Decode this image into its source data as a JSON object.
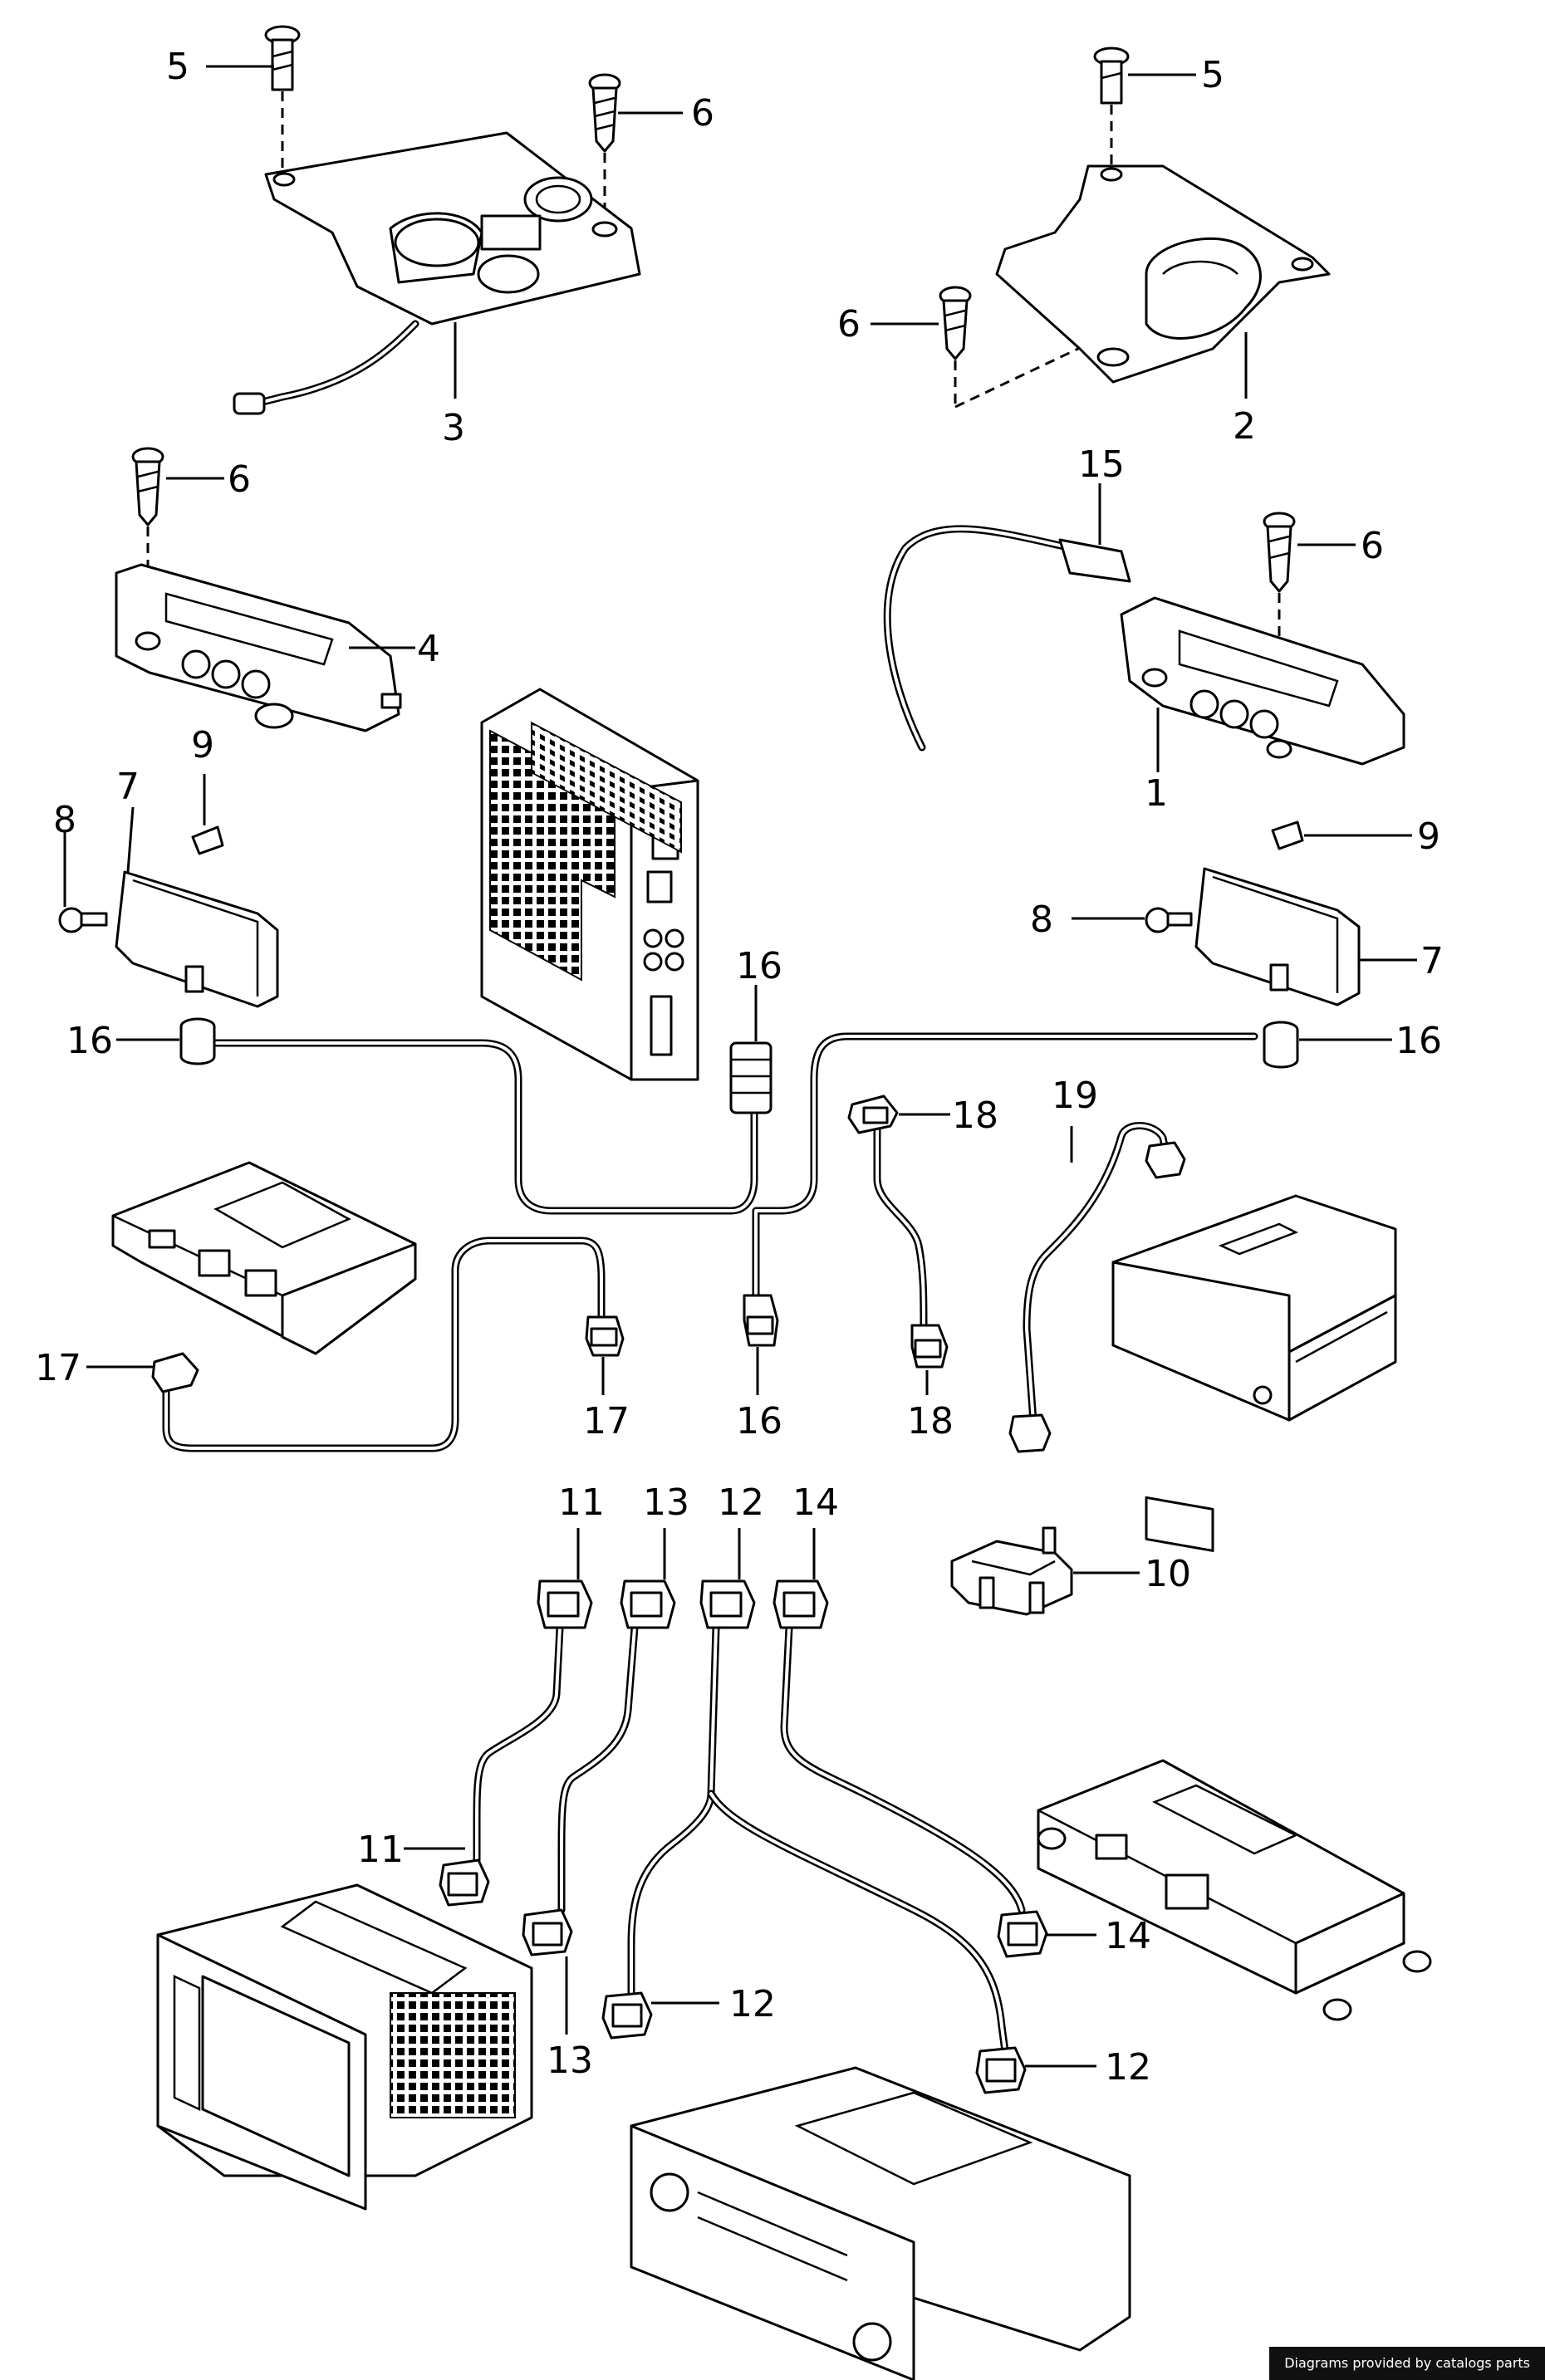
{
  "callouts": {
    "c5a": "5",
    "c6a": "6",
    "c3": "3",
    "c5b": "5",
    "c6b": "6",
    "c2": "2",
    "c6c": "6",
    "c4": "4",
    "c15": "15",
    "c6d": "6",
    "c1": "1",
    "c8a": "8",
    "c7a": "7",
    "c9a": "9",
    "c9b": "9",
    "c8b": "8",
    "c7b": "7",
    "c16a": "16",
    "c16b": "16",
    "c16c": "16",
    "c16d": "16",
    "c18a": "18",
    "c18b": "18",
    "c19": "19",
    "c17a": "17",
    "c17b": "17",
    "c11a": "11",
    "c13a": "13",
    "c12a": "12",
    "c14a": "14",
    "c10": "10",
    "c11b": "11",
    "c13b": "13",
    "c12b": "12",
    "c12c": "12",
    "c14b": "14"
  },
  "footer": {
    "credit": "Diagrams provided by catalogs parts"
  }
}
